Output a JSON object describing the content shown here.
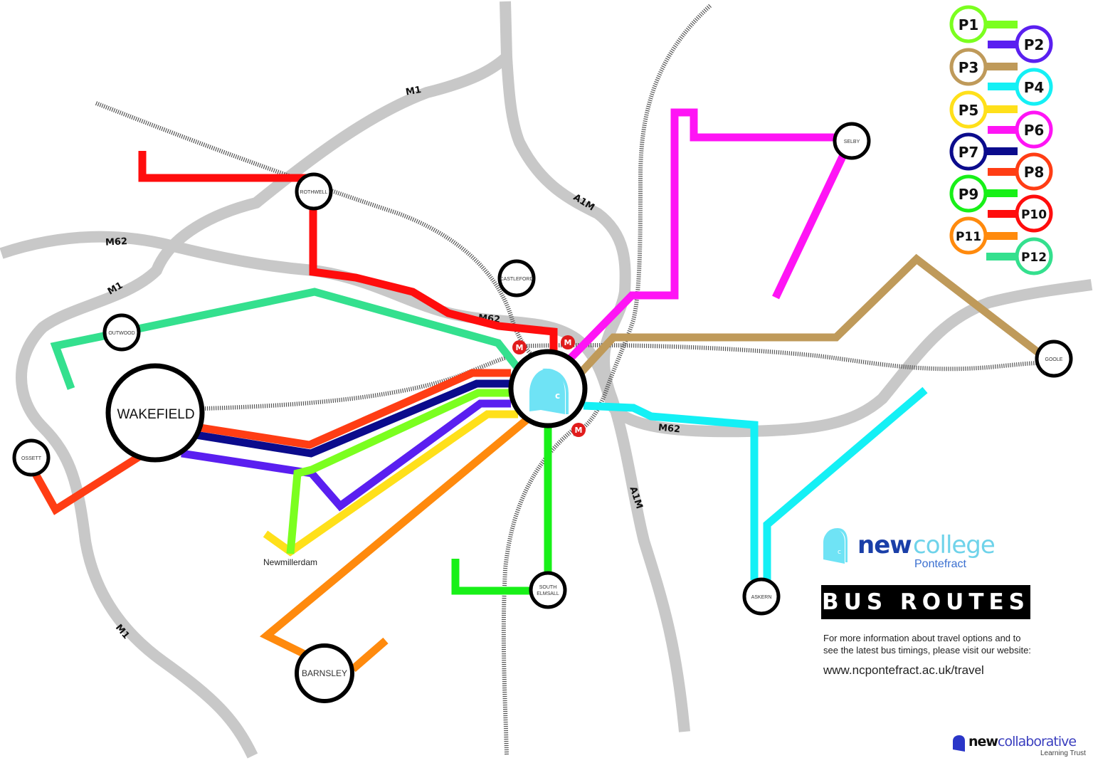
{
  "title": "BUS ROUTES",
  "brand": {
    "name_bold": "new",
    "name_light": "college",
    "subtitle": "Pontefract",
    "colors": {
      "bold": "#1a3fa8",
      "light": "#6fd3ea",
      "door": "#6fe3f5"
    }
  },
  "info": {
    "text": "For more information about travel options and to see the latest bus timings, please visit our website:",
    "url": "www.ncpontefract.ac.uk/travel"
  },
  "footer_brand": {
    "name_bold": "new",
    "name_light": "collaborative",
    "subtitle": "Learning Trust",
    "door_color": "#2a36c8"
  },
  "legend": [
    {
      "id": "P1",
      "color": "#7bff1f"
    },
    {
      "id": "P2",
      "color": "#5a1ff0"
    },
    {
      "id": "P3",
      "color": "#bf9a5a"
    },
    {
      "id": "P4",
      "color": "#14f0f5"
    },
    {
      "id": "P5",
      "color": "#ffe01a"
    },
    {
      "id": "P6",
      "color": "#ff14f5"
    },
    {
      "id": "P7",
      "color": "#0b0b8c"
    },
    {
      "id": "P8",
      "color": "#ff3d14"
    },
    {
      "id": "P9",
      "color": "#18f018"
    },
    {
      "id": "P10",
      "color": "#ff0d0d"
    },
    {
      "id": "P11",
      "color": "#ff8a0d"
    },
    {
      "id": "P12",
      "color": "#34e08e"
    }
  ],
  "roads": [
    {
      "name": "M1"
    },
    {
      "name": "M62"
    },
    {
      "name": "A1M"
    }
  ],
  "road_labels": {
    "m1_north": "M1",
    "m1_mid": "M1",
    "m1_south": "M1",
    "m62_west": "M62",
    "m62_center": "M62",
    "m62_east": "M62",
    "a1m_north": "A1M",
    "a1m_south": "A1M"
  },
  "towns": {
    "wakefield": "WAKEFIELD",
    "rothwell": "ROTHWELL",
    "castleford": "CASTLEFORD",
    "outwood": "OUTWOOD",
    "ossett": "OSSETT",
    "selby": "SELBY",
    "goole": "GOOLE",
    "south_elmsall_1": "SOUTH",
    "south_elmsall_2": "ELMSALL",
    "askern": "ASKERN",
    "barnsley": "BARNSLEY",
    "newmillerdam": "Newmillerdam"
  },
  "rail_station_marker": "M",
  "hub": {
    "name": "New College Pontefract",
    "icon": "door-icon",
    "letter": "c"
  }
}
